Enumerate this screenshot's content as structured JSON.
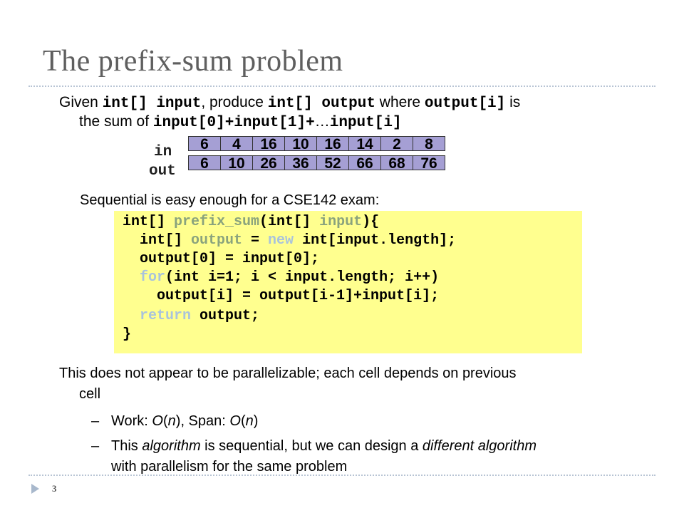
{
  "slide": {
    "title": "The prefix-sum problem",
    "page_number": "3"
  },
  "bullet1": {
    "t1": "Given ",
    "c1": "int[] input",
    "t2": ", produce ",
    "c2": "int[] output",
    "t3": " where ",
    "c3": "output[i]",
    "t4": " is",
    "t5": "the sum of ",
    "c4": "input[0]+input[1]+",
    "t6": "…",
    "c5": "input[i]"
  },
  "arrays": {
    "in_label": "in",
    "out_label": "out",
    "in_values": [
      "6",
      "4",
      "16",
      "10",
      "16",
      "14",
      "2",
      "8"
    ],
    "out_values": [
      "6",
      "10",
      "26",
      "36",
      "52",
      "66",
      "68",
      "76"
    ]
  },
  "bullet2": "Sequential is easy enough for a CSE142 exam:",
  "code": {
    "l1a": "int[] ",
    "l1b": "prefix_sum",
    "l1c": "(int[] ",
    "l1d": "input",
    "l1e": "){",
    "l2a": "  int[] ",
    "l2b": "output",
    "l2c": " = ",
    "l2d": "new",
    "l2e": " int[input.length];",
    "l3": "  output[0] = input[0];",
    "l4a": "  ",
    "l4b": "for",
    "l4c": "(int i=1; i < input.length; i++)",
    "l5": "    output[i] = output[i-1]+input[i];",
    "l6a": "  ",
    "l6b": "return",
    "l6c": " output;",
    "l7": "}"
  },
  "bullet3": {
    "line1": "This does not appear to be parallelizable; each cell depends on previous",
    "line2": "cell"
  },
  "sub1": {
    "dash": "–",
    "a": "Work: ",
    "b": "O",
    "c": "(",
    "d": "n",
    "e": "), Span: ",
    "f": "O",
    "g": "(",
    "h": "n",
    "i": ")"
  },
  "sub2": {
    "dash": "–",
    "a": "This ",
    "b": "algorithm",
    "c": " is sequential, but we can design a ",
    "d": "different algorithm",
    "line2": "with parallelism for the same problem"
  }
}
